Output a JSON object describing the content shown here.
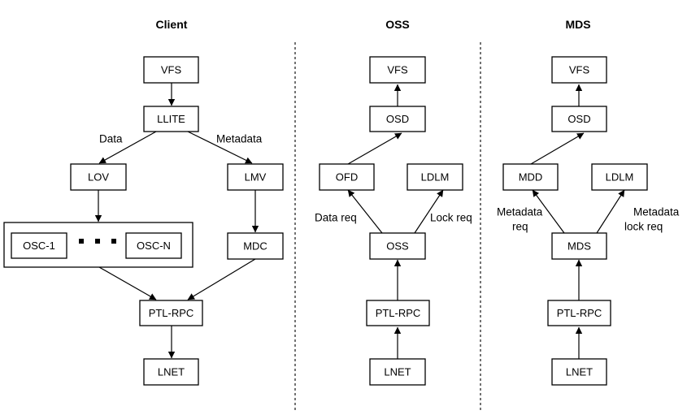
{
  "columns": {
    "client": {
      "title": "Client",
      "vfs": "VFS",
      "llite": "LLITE",
      "lov": "LOV",
      "lmv": "LMV",
      "osc1": "OSC-1",
      "oscn": "OSC-N",
      "mdc": "MDC",
      "ptlrpc": "PTL-RPC",
      "lnet": "LNET",
      "label_data": "Data",
      "label_metadata": "Metadata"
    },
    "oss": {
      "title": "OSS",
      "vfs": "VFS",
      "osd": "OSD",
      "ofd": "OFD",
      "ldlm": "LDLM",
      "oss": "OSS",
      "ptlrpc": "PTL-RPC",
      "lnet": "LNET",
      "label_data_req": "Data req",
      "label_lock_req": "Lock req"
    },
    "mds": {
      "title": "MDS",
      "vfs": "VFS",
      "osd": "OSD",
      "mdd": "MDD",
      "ldlm": "LDLM",
      "mds": "MDS",
      "ptlrpc": "PTL-RPC",
      "lnet": "LNET",
      "label_metadata_req_1": "Metadata",
      "label_metadata_req_2": "req",
      "label_metadata_lock_req_1": "Metadata",
      "label_metadata_lock_req_2": "lock req"
    }
  }
}
